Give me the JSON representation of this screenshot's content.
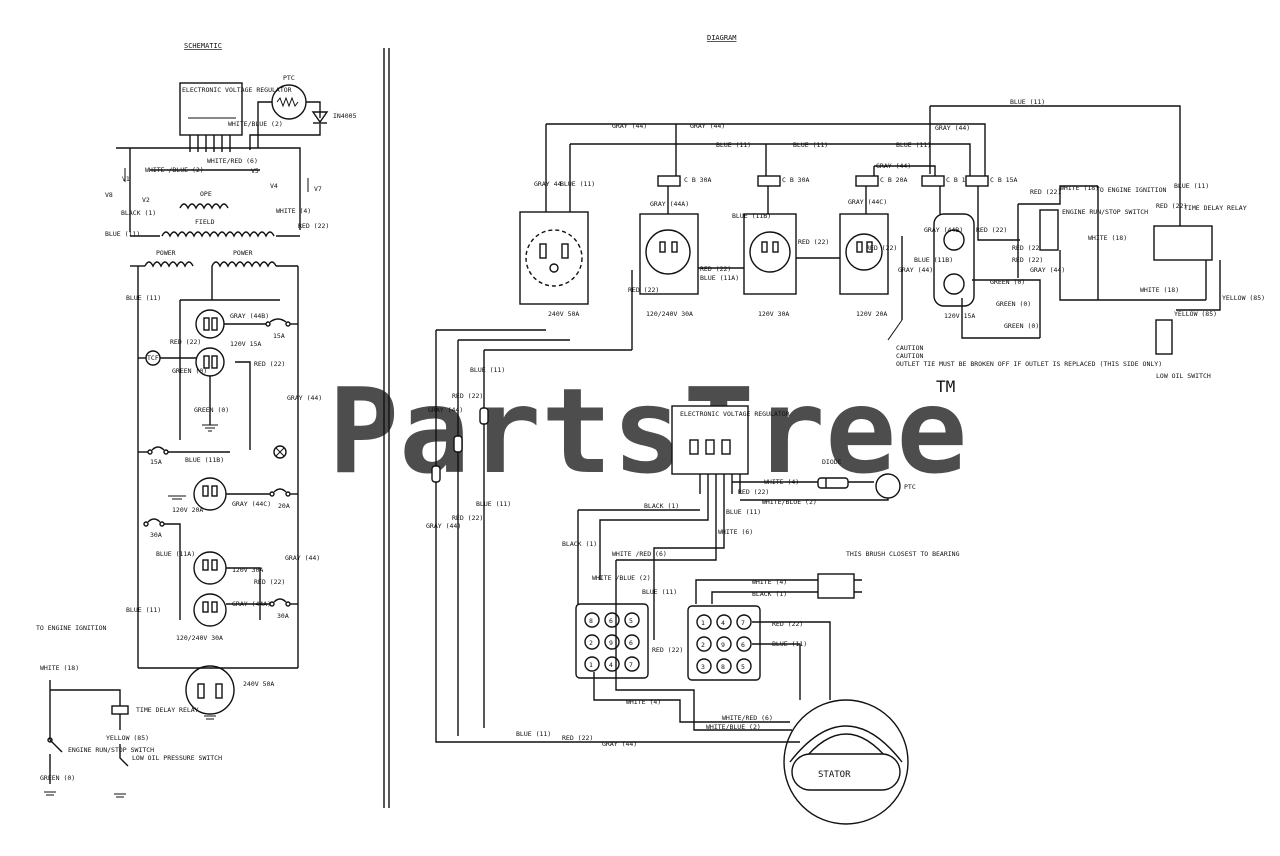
{
  "headers": {
    "schematic": "SCHEMATIC",
    "diagram": "DIAGRAM"
  },
  "watermark": {
    "text": "PartsTree",
    "tm": "TM"
  },
  "schematic": {
    "evr": "ELECTRONIC VOLTAGE REGULATOR",
    "ptc": "PTC",
    "diode": "IN4005",
    "white_blue": "WHITE/BLUE (2)",
    "white_red": "WHITE/RED (6)",
    "white_blue_left": "WHITE /BLUE (2)",
    "v1": "V1",
    "v2": "V2",
    "v4": "V4",
    "v5": "V5",
    "v7": "V7",
    "v8": "V8",
    "ope": "OPE",
    "field": "FIELD",
    "black": "BLACK (1)",
    "white4": "WHITE (4)",
    "blue11": "BLUE (11)",
    "red22": "RED (22)",
    "power_l": "POWER",
    "power_r": "POWER",
    "gray44b": "GRAY (44B)",
    "red22b": "RED (22)",
    "gfci": "120V 15A",
    "tcf": "TCF",
    "green0": "GREEN (0)",
    "green0b": "GREEN (0)",
    "cb15a": "15A",
    "red22c": "RED (22)",
    "gray44": "GRAY (44)",
    "cb15a2": "15A",
    "blue11b": "BLUE (11B)",
    "r120v20a": "120V 20A",
    "gray44c": "GRAY (44C)",
    "cb20a": "20A",
    "cb30a": "30A",
    "blue11a": "BLUE (11A)",
    "r120v30a": "120V 30A",
    "gray44d": "GRAY (44)",
    "red22d": "RED (22)",
    "gray44a": "GRAY (44A)",
    "cb30a2": "30A",
    "r240_30": "120/240V 30A",
    "blue11c": "BLUE (11)",
    "r240v50a": "240V 50A",
    "to_ignition": "TO ENGINE IGNITION",
    "white18": "WHITE (18)",
    "time_delay": "TIME DELAY RELAY",
    "yellow85": "YELLOW (85)",
    "run_stop": "ENGINE RUN/STOP SWITCH",
    "low_oil": "LOW OIL PRESSURE SWITCH",
    "green0c": "GREEN (0)"
  },
  "diagram": {
    "blue11_top": "BLUE (11)",
    "gray44_a": "GRAY (44)",
    "gray44_b": "GRAY (44)",
    "gray44_c": "GRAY (44)",
    "blue11_a": "BLUE (11)",
    "blue11_b": "BLUE (11)",
    "blue11_c": "BLUE (11)",
    "gray44_d": "GRAY (44)",
    "cb30a": "C B 30A",
    "cb30a2": "C B 30A",
    "cb20a": "C B 20A",
    "cb15a": "C B 15A",
    "cb15a2": "C B 15A",
    "gray44_e": "GRAY 44",
    "blue_11": "BLUE (11)",
    "gray44a": "GRAY (44A)",
    "gray44c": "GRAY (44C)",
    "blue11b": "BLUE (11B)",
    "red22_l": "RED (22)",
    "red22_1": "RED (22)",
    "blue11a": "BLUE (11A)",
    "red22_2": "RED (22)",
    "red22_3": "RED (22)",
    "red22_4": "RED (22)",
    "gray44_f": "GRAY (44)",
    "gray44b": "GRAY (44B)",
    "blue11_d": "BLUE (11B)",
    "green0_a": "GREEN (0)",
    "green0_b": "GREEN (0)",
    "green0_c": "GREEN (0)",
    "gray44_g": "GRAY (44)",
    "red22_5": "RED (22)",
    "red22_6": "RED (22)",
    "r240v50a": "240V 50A",
    "r120_240": "120/240V 30A",
    "r120v30a": "120V 30A",
    "r120v20a": "120V 20A",
    "r120v15a": "120V 15A",
    "caution": "CAUTION\nOUTLET TIE MUST BE BROKEN OFF IF OUTLET IS REPLACED (THIS SIDE ONLY)",
    "white18": "WHITE (18)",
    "to_engine": "TO ENGINE IGNITION",
    "red22_7": "RED (22)",
    "run_stop": "ENGINE RUN/STOP SWITCH",
    "white18_b": "WHITE (18)",
    "blue11_e": "BLUE (11)",
    "time_delay": "TIME DELAY RELAY",
    "red22_8": "RED (22)",
    "white18_c": "WHITE (18)",
    "yellow85": "YELLOW (85)",
    "yellow85_b": "YELLOW (85)",
    "low_oil": "LOW OIL SWITCH",
    "gray44_h": "GRAY (44)",
    "red22_9": "RED (22)",
    "blue11_f": "BLUE (11)",
    "gray44_i": "GRAY (44)",
    "red22_10": "RED (22)",
    "blue11_g": "BLUE (11)",
    "evr": "ELECTRONIC VOLTAGE REGULATOR",
    "diode": "DIODE",
    "white4": "WHITE (4)",
    "ptc": "PTC",
    "white_blue2": "WHITE/BLUE (2)",
    "black1": "BLACK (1)",
    "blue11_h": "BLUE (11)",
    "white6": "WHITE (6)",
    "red22_11": "RED (22)",
    "black1_b": "BLACK (1)",
    "white_red6": "WHITE /RED (6)",
    "white_blue2_b": "WHITE /BLUE (2)",
    "blue11_i": "BLUE (11)",
    "red22_12": "RED (22)",
    "brush": "THIS BRUSH CLOSEST TO BEARING",
    "white4_b": "WHITE (4)",
    "black1_c": "BLACK (1)",
    "red22_13": "RED (22)",
    "blue11_j": "BLUE (11)",
    "white4_c": "WHITE (4)",
    "white_red6_b": "WHITE/RED (6)",
    "white_blue2_c": "WHITE/BLUE (2)",
    "blue11_k": "BLUE (11)",
    "red22_14": "RED (22)",
    "gray44_j": "GRAY (44)",
    "stator": "STATOR",
    "pins_left": [
      "8",
      "6",
      "5",
      "2",
      "9",
      "6",
      "1",
      "4",
      "7"
    ],
    "pins_right": [
      "1",
      "4",
      "7",
      "2",
      "9",
      "6",
      "3",
      "8",
      "5"
    ]
  }
}
